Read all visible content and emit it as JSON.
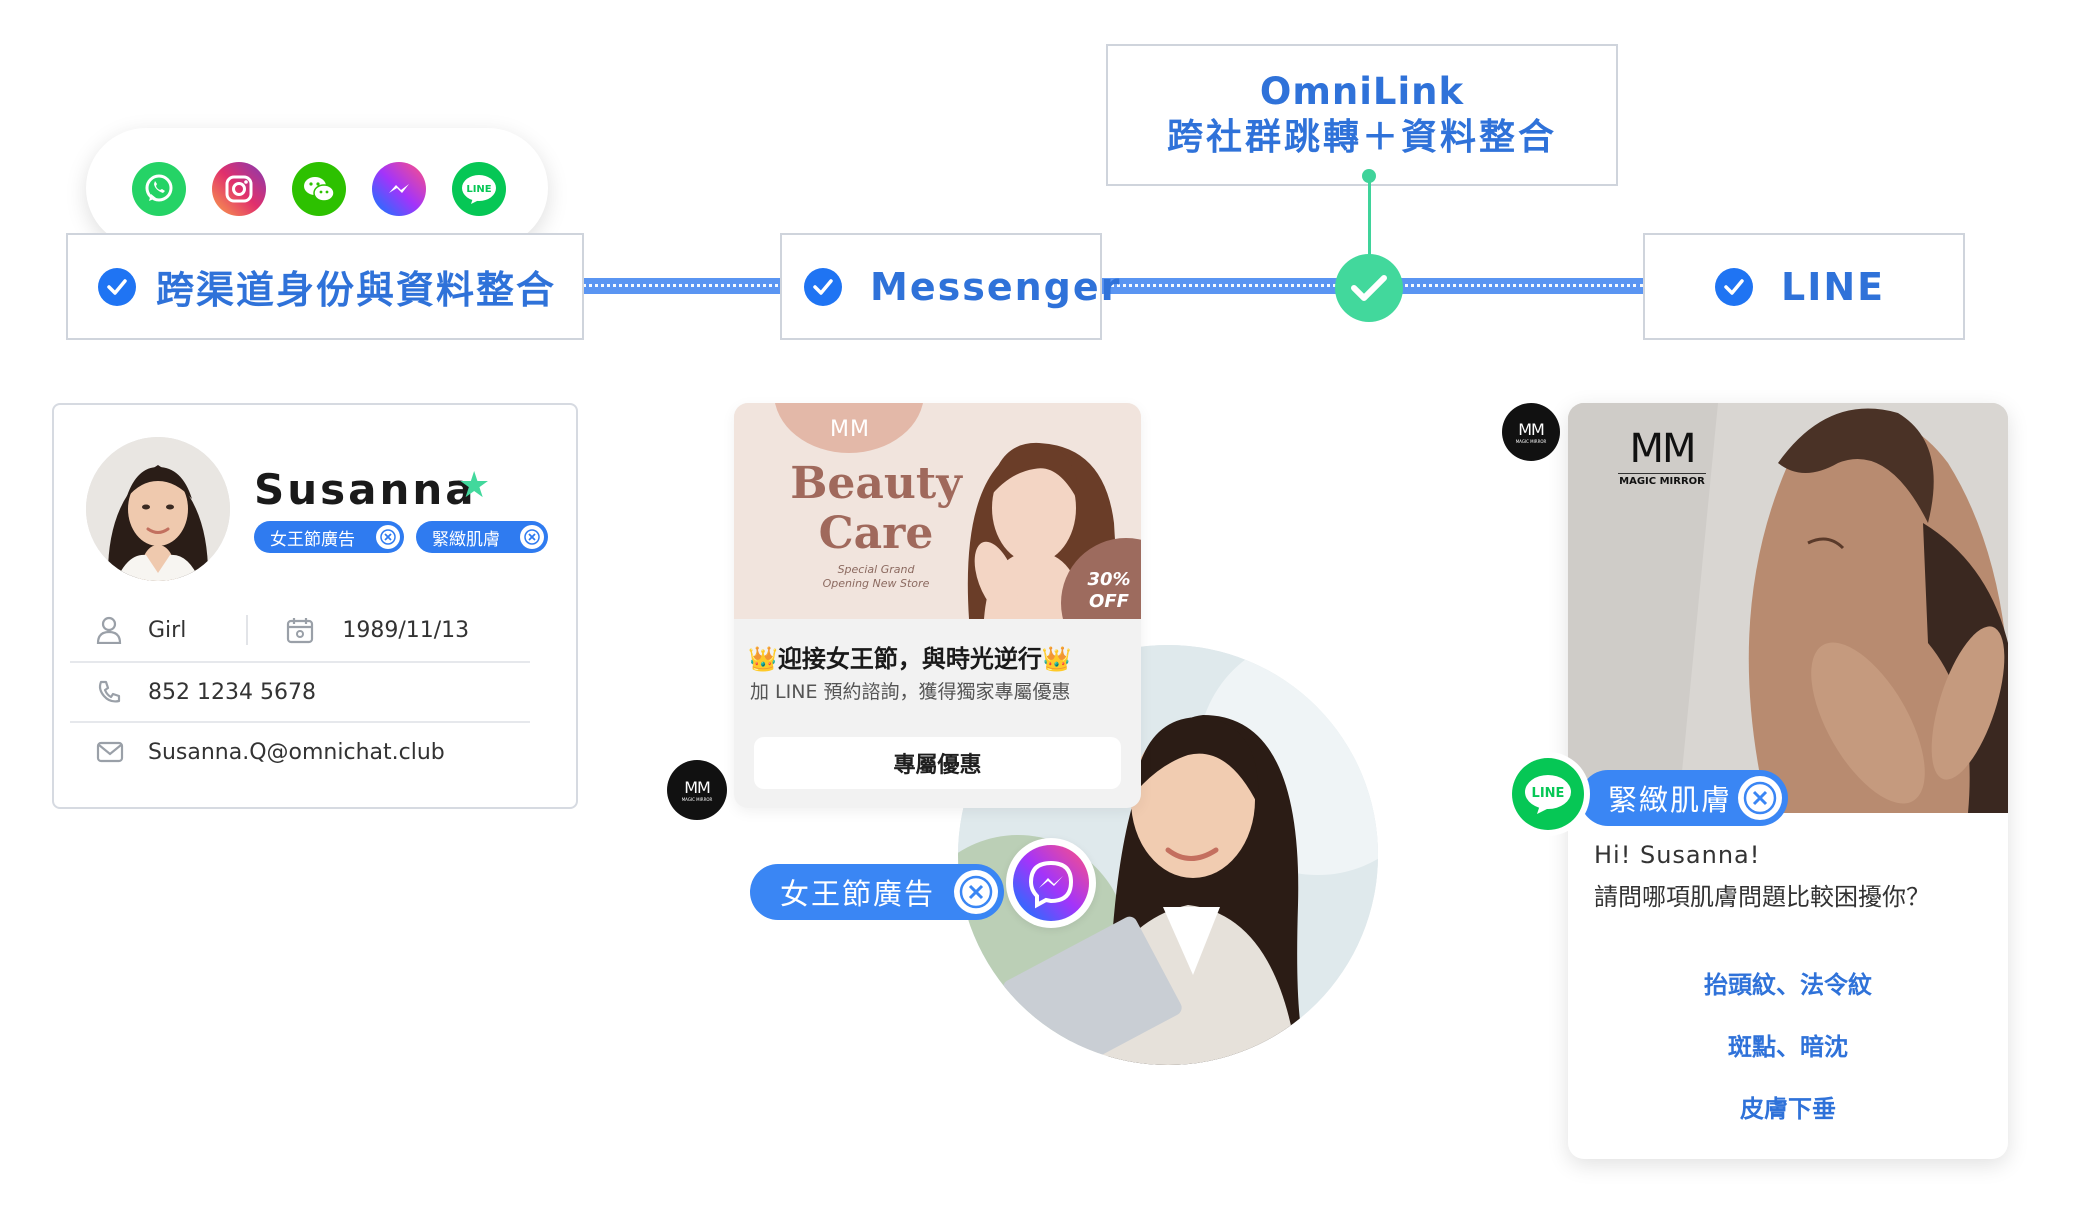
{
  "steps": {
    "identity": "跨渠道身份與資料整合",
    "messenger": "Messenger",
    "line": "LINE"
  },
  "omnilink": {
    "title": "OmniLink",
    "subtitle": "跨社群跳轉＋資料整合"
  },
  "social_icons": [
    "whatsapp-icon",
    "instagram-icon",
    "wechat-icon",
    "messenger-icon",
    "line-icon"
  ],
  "line_icon_text": "LINE",
  "profile": {
    "name": "Susanna",
    "tags": [
      "女王節廣告",
      "緊緻肌膚"
    ],
    "gender": "Girl",
    "birthday": "1989/11/13",
    "phone": "852 1234 5678",
    "email": "Susanna.Q@omnichat.club"
  },
  "brand": {
    "mark": "MM",
    "name": "MAGIC MIRROR"
  },
  "messenger_card": {
    "banner_title_1": "Beauty",
    "banner_title_2": "Care",
    "banner_sub_1": "Special Grand",
    "banner_sub_2": "Opening New Store",
    "discount_1": "30%",
    "discount_2": "OFF",
    "headline": "👑迎接女王節，與時光逆行👑",
    "body": "加 LINE 預約諮詢，獲得獨家專屬優惠",
    "button": "專屬優惠",
    "tag": "女王節廣告"
  },
  "line_card": {
    "tag": "緊緻肌膚",
    "greeting": "Hi! Susanna!",
    "question": "請問哪項肌膚問題比較困擾你？",
    "options": [
      "抬頭紋、法令紋",
      "斑點、暗沈",
      "皮膚下垂"
    ]
  },
  "colors": {
    "accent_blue": "#2f72d9",
    "check_green": "#42d89c",
    "line_green": "#06c755"
  }
}
